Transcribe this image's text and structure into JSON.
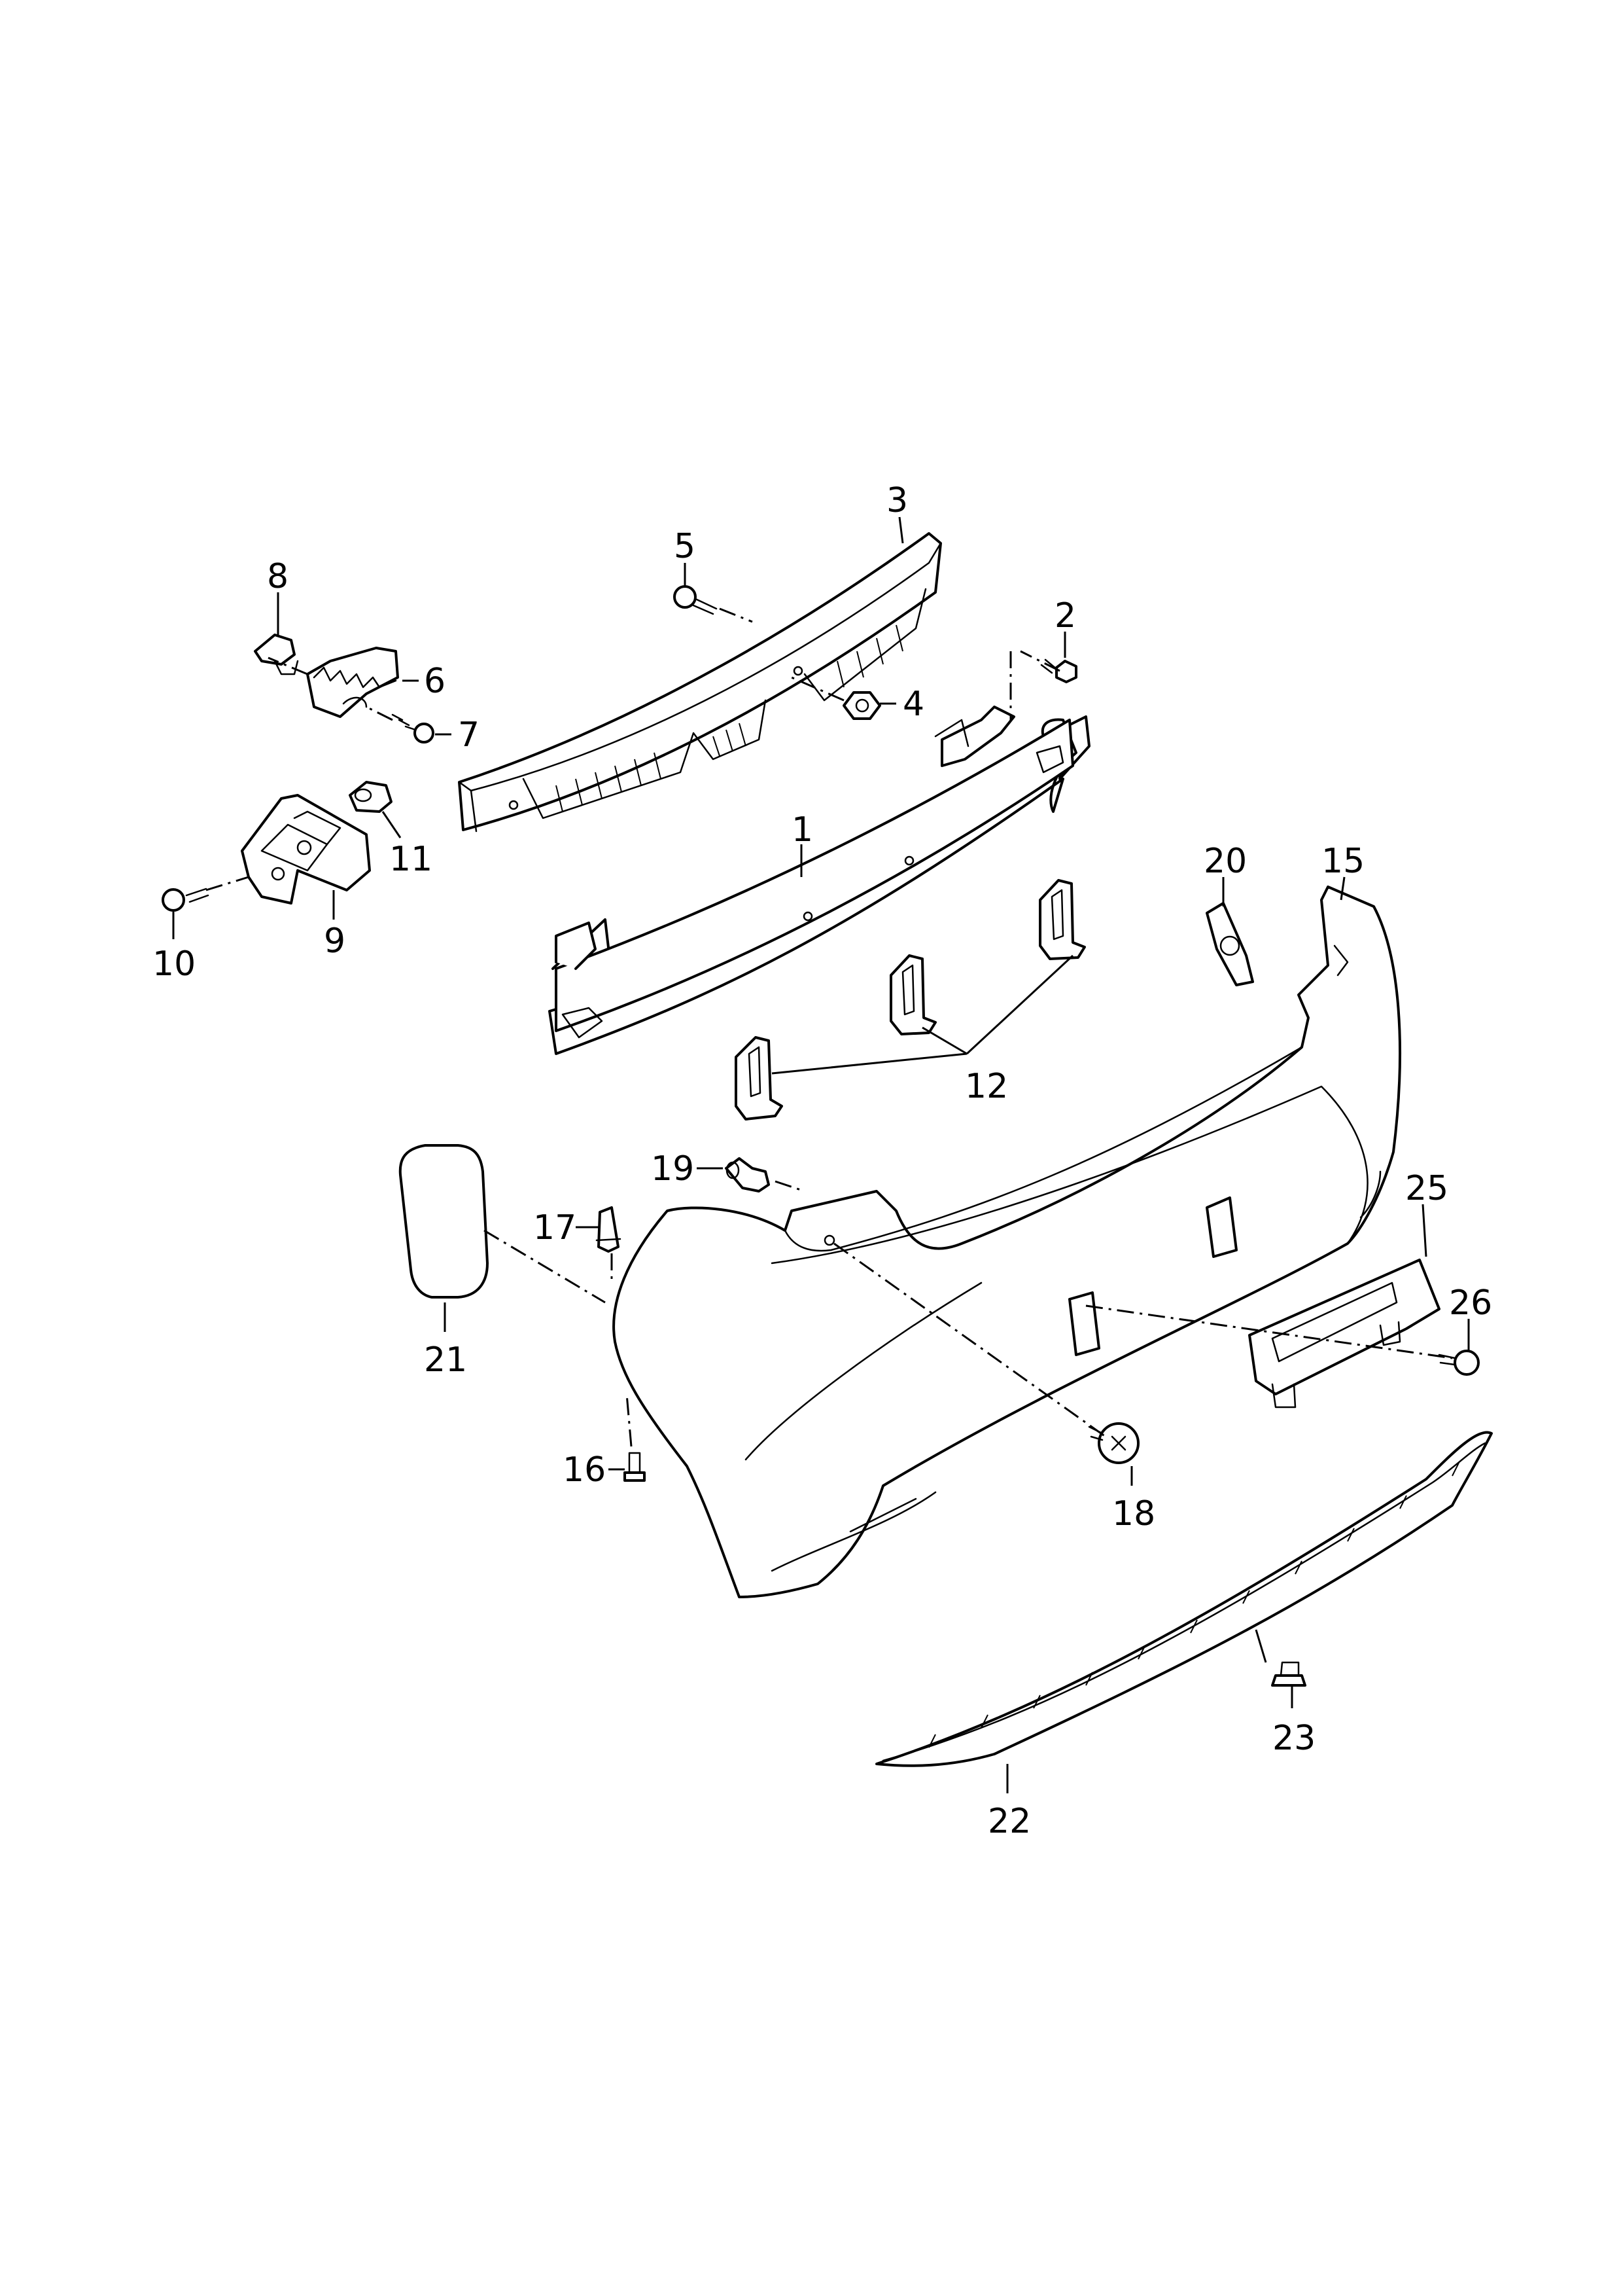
{
  "diagram": {
    "callouts": {
      "c1": "1",
      "c2": "2",
      "c3": "3",
      "c4": "4",
      "c5": "5",
      "c6": "6",
      "c7": "7",
      "c8": "8",
      "c9": "9",
      "c10": "10",
      "c11": "11",
      "c12": "12",
      "c15": "15",
      "c16": "16",
      "c17": "17",
      "c18": "18",
      "c19": "19",
      "c20": "20",
      "c21": "21",
      "c22": "22",
      "c23": "23",
      "c25": "25",
      "c26": "26"
    }
  }
}
